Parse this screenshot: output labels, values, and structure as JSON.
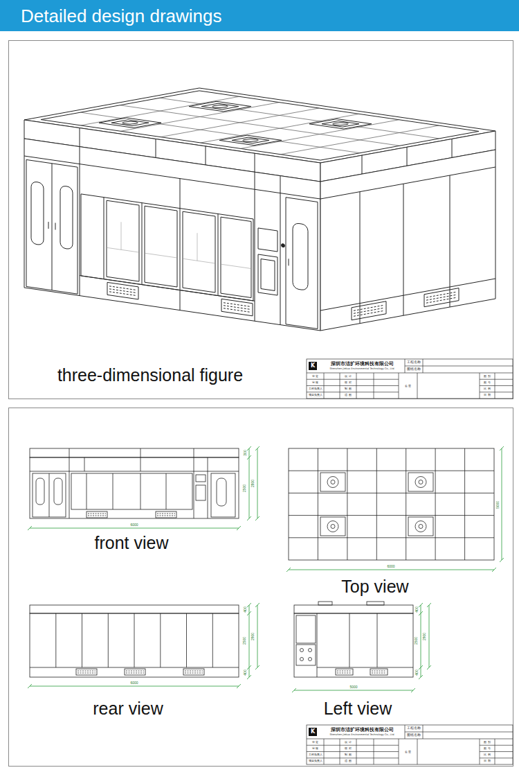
{
  "diagram": {
    "title": "Detailed design drawings",
    "nodes": [
      {
        "text": [
          "K",
          "深圳市洁扩环境科技有限公司",
          "Shenzhen Jiekuo Environmental Technology Co., Ltd",
          "工程名称",
          "图纸名称",
          "审 定",
          "审 核",
          "工程负责人",
          "项目负责人",
          "设 计",
          "校 对",
          "制 图",
          "描 图",
          "会 签",
          "图 别",
          "图 号",
          "比 例",
          "日 期"
        ]
      },
      {
        "text": [
          "K",
          "深圳市洁扩环境科技有限公司",
          "Shenzhen Jiekuo Environmental Technology Co., Ltd",
          "工程名称",
          "图纸名称",
          "审 定",
          "审 核",
          "工程负责人",
          "项目负责人",
          "设 计",
          "校 对",
          "制 图",
          "描 图",
          "会 签",
          "图 别",
          "图 号",
          "比 例",
          "日 期"
        ]
      }
    ],
    "labels": [
      "three-dimensional figure",
      "6000",
      "300",
      "2500",
      "2800",
      "front view",
      "6000",
      "5000",
      "Top view",
      "6000",
      "400",
      "2500",
      "2900",
      "400",
      "rear view",
      "5000",
      "400",
      "2500",
      "2900",
      "400",
      "Left view"
    ]
  }
}
